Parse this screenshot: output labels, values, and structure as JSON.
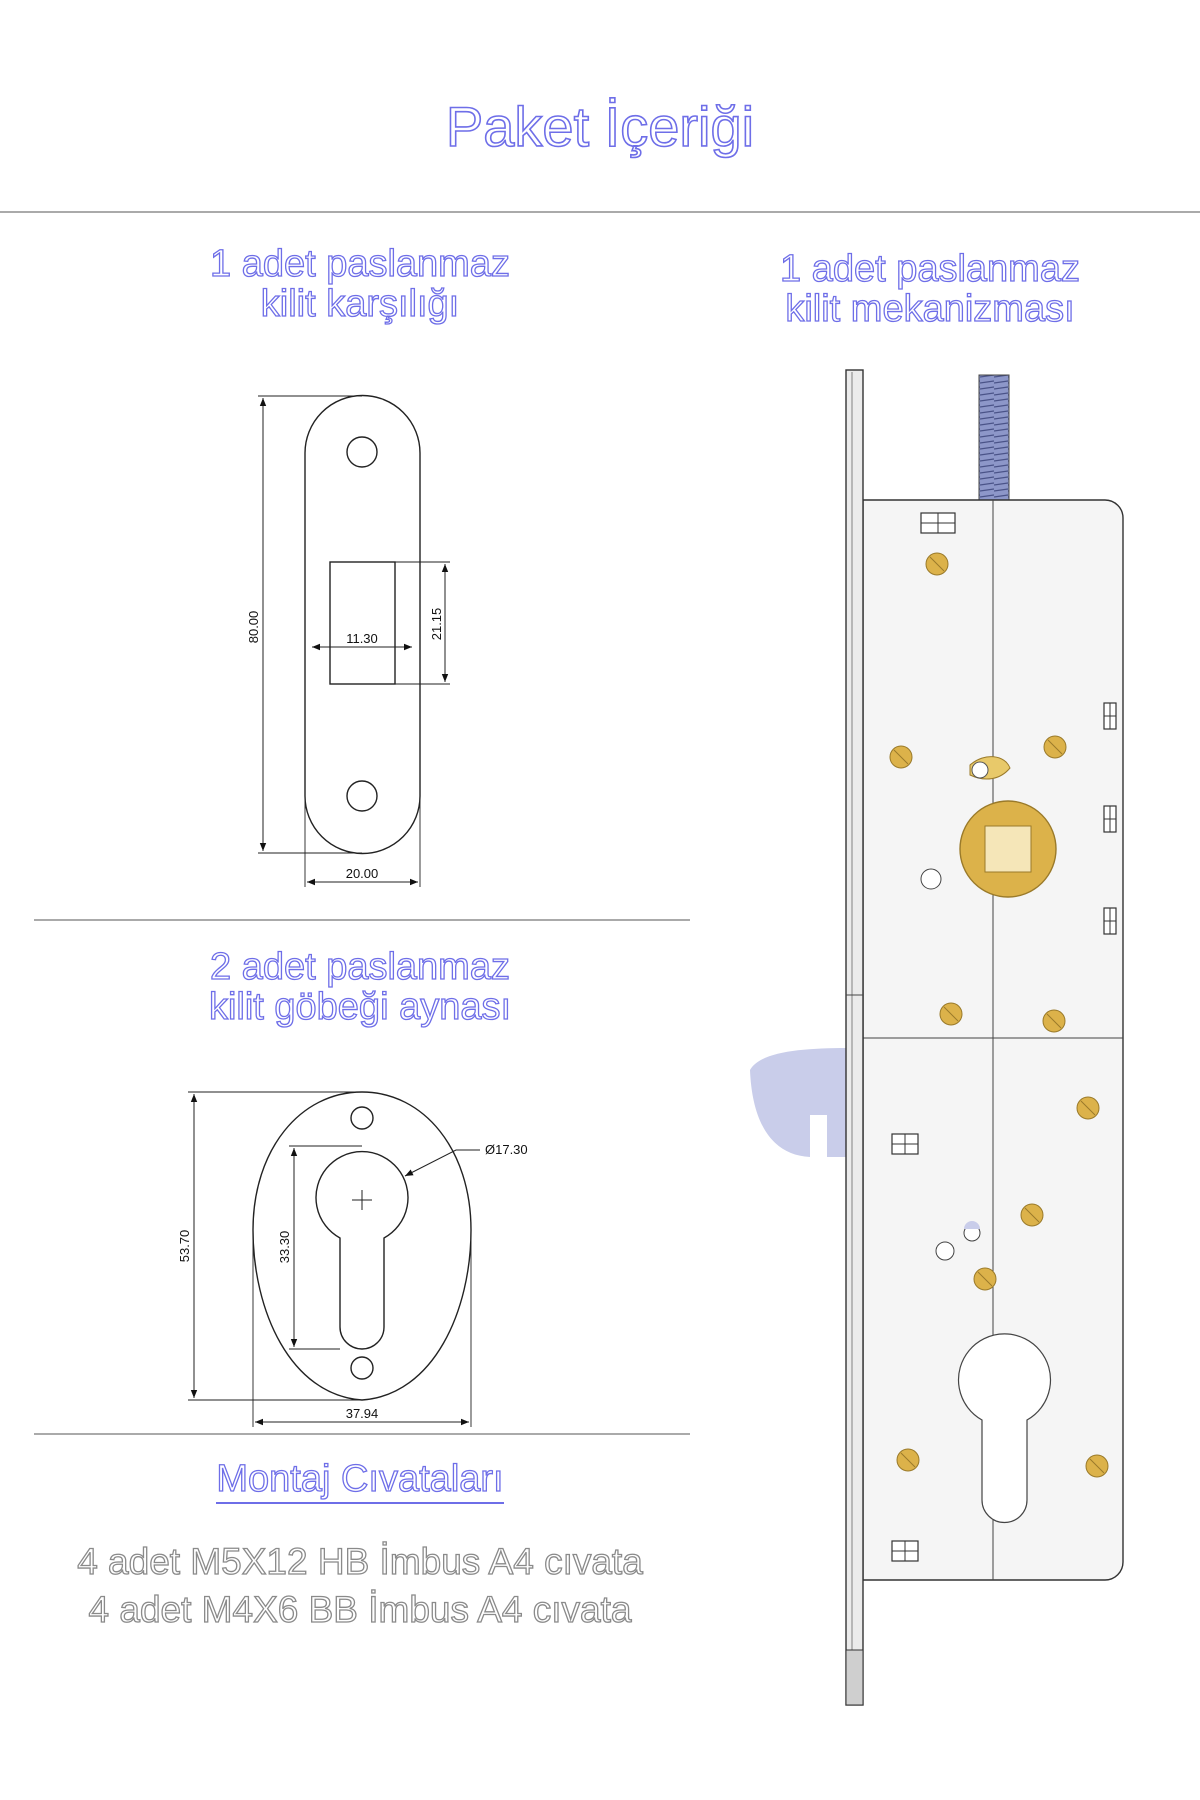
{
  "title": "Paket İçeriği",
  "section_strike": {
    "line1": "1 adet paslanmaz",
    "line2": "kilit karşılığı"
  },
  "section_mechanism": {
    "line1": "1 adet paslanmaz",
    "line2": "kilit mekanizması"
  },
  "section_escutcheon": {
    "line1": "2 adet paslanmaz",
    "line2": "kilit göbeği aynası"
  },
  "section_bolts": {
    "heading": "Montaj Cıvataları",
    "items": [
      "4 adet M5X12 HB İmbus A4 cıvata",
      "4 adet M4X6 BB İmbus A4 cıvata"
    ]
  },
  "strike_dims": {
    "height": "80.00",
    "slot_width": "11.30",
    "slot_height": "21.15",
    "width": "20.00"
  },
  "escutcheon_dims": {
    "height": "53.70",
    "hole_height": "33.30",
    "diameter": "Ø17.30",
    "width": "37.94"
  },
  "colors": {
    "title_stroke": "#6e6ee8",
    "brass": "#dcb24a",
    "plate": "#f4f4f4",
    "latch": "#c9cdea"
  }
}
